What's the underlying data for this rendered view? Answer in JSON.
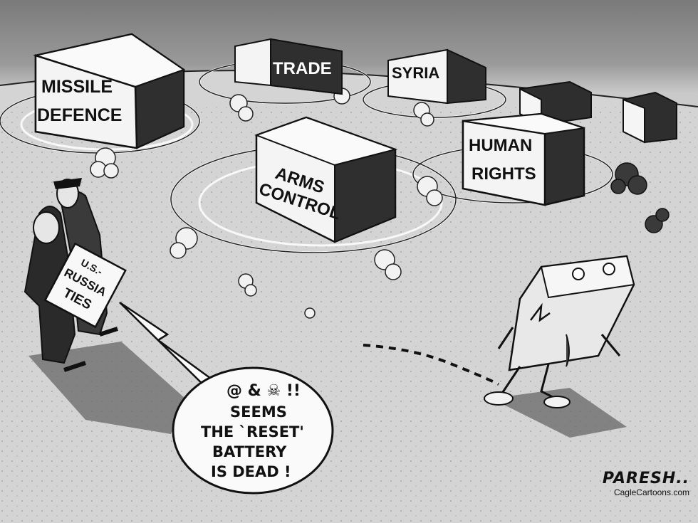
{
  "boxes": {
    "missile_defence": {
      "line1": "MISSILE",
      "line2": "DEFENCE"
    },
    "trade": {
      "label": "TRADE"
    },
    "syria": {
      "label": "SYRIA"
    },
    "arms_control": {
      "line1": "ARMS",
      "line2": "CONTROL"
    },
    "human_rights": {
      "line1": "HUMAN",
      "line2": "RIGHTS"
    }
  },
  "sign": {
    "line1": "U.S.-",
    "line2": "RUSSIA",
    "line3": "TIES"
  },
  "speech_balloon": {
    "grawlix": "@ & ☠ !!",
    "line1": "SEEMS",
    "line2": "THE `RESET'",
    "line3": "BATTERY",
    "line4": "IS DEAD !"
  },
  "credit": {
    "signature": "PARESH..",
    "site": "CagleCartoons.com"
  },
  "palette": {
    "ink": "#111111",
    "ground": "#d6d6d6",
    "sky": "#8a8a8a",
    "box_dark": "#3a3a3a",
    "box_light": "#f4f4f4"
  }
}
